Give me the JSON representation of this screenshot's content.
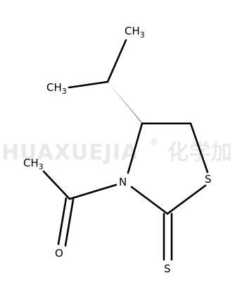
{
  "watermark": {
    "latin": "HUAXUEJIA",
    "registered": "®",
    "chinese": "化学加"
  },
  "atoms": {
    "ch3_top": {
      "main": "CH",
      "sub": "3"
    },
    "ch3_left": {
      "main": "CH",
      "sub": "3"
    },
    "ch3_acetyl": {
      "main": "CH",
      "sub": "3"
    },
    "nitrogen": "N",
    "ring_sulfur": "S",
    "carbonyl_oxygen": "O",
    "thione_sulfur": "S"
  },
  "colors": {
    "bond": "#000000",
    "label": "#000000",
    "watermark": "#e9e9e9",
    "background": "#ffffff"
  }
}
